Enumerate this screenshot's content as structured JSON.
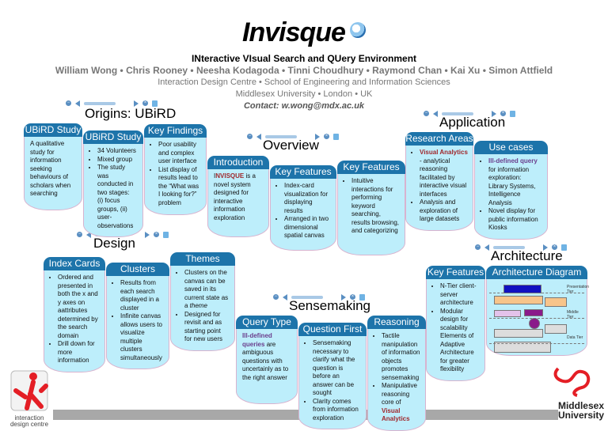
{
  "header": {
    "title": "Invisque",
    "subtitle": "INteractive VIsual Search and QUery Environment",
    "authors": "William Wong • Chris Rooney • Neesha Kodagoda • Tinni Choudhury • Raymond Chan • Kai Xu • Simon Attfield",
    "department": "Interaction Design Centre • School of Engineering and Information Sciences",
    "university": "Middlesex University • London • UK",
    "contact": "Contact: w.wong@mdx.ac.uk"
  },
  "colors": {
    "header_bar": "#1d74aa",
    "card_body": "#bdeefb",
    "highlight_red": "#a0282c",
    "highlight_purple": "#6a3d8c"
  },
  "sections": [
    {
      "title": "Origins: UBiRD",
      "cards": [
        {
          "heading": "UBiRD Study",
          "para": [
            {
              "t": "A qualitative study for information seeking behaviours of scholars when searching"
            }
          ]
        },
        {
          "heading": "UBiRD Study",
          "bullets": [
            [
              {
                "t": "34 Volunteers"
              }
            ],
            [
              {
                "t": "Mixed group"
              }
            ],
            [
              {
                "t": "The study was conducted in two stages:"
              }
            ]
          ],
          "after": "(i) focus groups, (ii) user-observations"
        },
        {
          "heading": "Key Findings",
          "bullets": [
            [
              {
                "t": "Poor usability and complex user interface"
              }
            ],
            [
              {
                "t": "List display of results lead to the “What was I looking for?” problem"
              }
            ]
          ]
        }
      ]
    },
    {
      "title": "Overview",
      "cards": [
        {
          "heading": "Introduction",
          "para": [
            {
              "t": "I"
            },
            {
              "t": "NVISQUE",
              "hl": "red"
            },
            {
              "t": " is a novel system designed for interactive information exploration"
            }
          ]
        },
        {
          "heading": "Key Features",
          "bullets": [
            [
              {
                "t": "Index-card visualization for displaying results"
              }
            ],
            [
              {
                "t": "Arranged in two dimensional spatial canvas"
              }
            ]
          ]
        },
        {
          "heading": "Key Features",
          "bullets": [
            [
              {
                "t": "Intuitive interactions for performing keyword searching, results browsing, and categorizing"
              }
            ]
          ]
        }
      ]
    },
    {
      "title": "Application",
      "cards": [
        {
          "heading": "Research Areas",
          "bullets": [
            [
              {
                "t": "Visual Analytics",
                "hl": "red"
              },
              {
                "t": " - analytical reasoning facilitated by interactive visual interfaces"
              }
            ],
            [
              {
                "t": "Analysis and exploration of large datasets"
              }
            ]
          ]
        },
        {
          "heading": "Use cases",
          "bullets": [
            [
              {
                "t": "Ill-defined query",
                "hl": "purple"
              },
              {
                "t": " for information exploration: Library Systems, Intelligence Analysis"
              }
            ],
            [
              {
                "t": "Novel display for public information Kiosks"
              }
            ]
          ]
        }
      ]
    },
    {
      "title": "Design",
      "cards": [
        {
          "heading": "Index Cards",
          "bullets": [
            [
              {
                "t": "Ordered and presented in both the x and y axes on aattributes determined by the search domain"
              }
            ],
            [
              {
                "t": "Drill down for more information"
              }
            ]
          ]
        },
        {
          "heading": "Clusters",
          "bullets": [
            [
              {
                "t": "Results from each search displayed in a cluster"
              }
            ],
            [
              {
                "t": "Infinite canvas allows users to visualize multiple clusters simultaneously"
              }
            ]
          ]
        },
        {
          "heading": "Themes",
          "bullets": [
            [
              {
                "t": "Clusters on the canvas can be saved in its current state as a "
              },
              {
                "t": "theme",
                "hl": "italic"
              }
            ],
            [
              {
                "t": "Designed for revisit and as starting point for new users"
              }
            ]
          ]
        }
      ]
    },
    {
      "title": "Sensemaking",
      "cards": [
        {
          "heading": "Query Type",
          "para": [
            {
              "t": "Ill-defined queries",
              "hl": "purple"
            },
            {
              "t": " are ambiguous questions with uncertainly as to the right answer"
            }
          ]
        },
        {
          "heading": "Question First",
          "bullets": [
            [
              {
                "t": "Sensemaking necessary to clarify what the question is before an answer can be sought"
              }
            ],
            [
              {
                "t": "Clarity comes from information exploration"
              }
            ]
          ]
        },
        {
          "heading": "Reasoning",
          "bullets": [
            [
              {
                "t": "Tactile manipulation of information objects promotes sensemaking"
              }
            ],
            [
              {
                "t": "Manipulative reasoning core of "
              },
              {
                "t": "Visual Analytics",
                "hl": "red"
              }
            ]
          ]
        }
      ]
    },
    {
      "title": "Architecture",
      "cards": [
        {
          "heading": "Key Features",
          "bullets": [
            [
              {
                "t": "N-Tier client-server architecture"
              }
            ],
            [
              {
                "t": "Modular design for scalability Elements of Adaptive Architecture for greater flexibility"
              }
            ]
          ]
        },
        {
          "heading": "Architecture Diagram",
          "diagram": {
            "tiers": [
              "Presentation Tier",
              "Middle Tier",
              "Data Tier"
            ]
          }
        }
      ]
    }
  ],
  "logos": {
    "left": "interaction design centre",
    "right_line1": "Middlesex",
    "right_line2": "University"
  }
}
